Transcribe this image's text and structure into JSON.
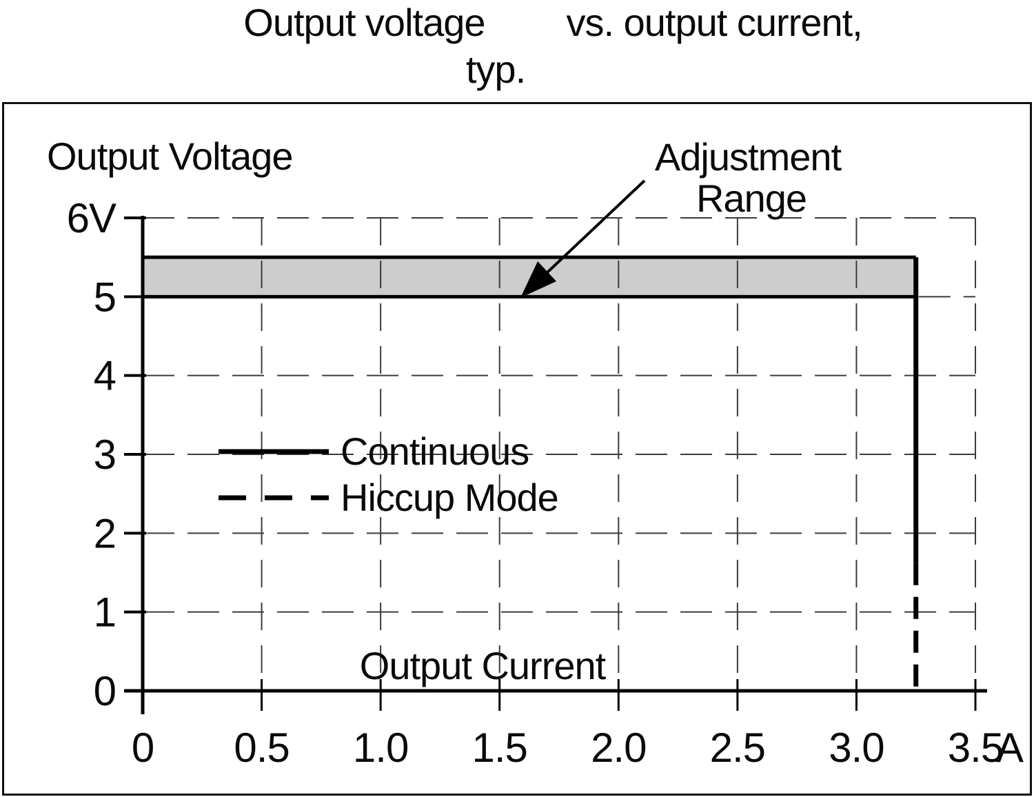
{
  "title": {
    "line1_part1": "Output voltage",
    "line1_part2": "vs. output current,",
    "line2": "typ."
  },
  "chart_data": {
    "type": "line",
    "title": "Output voltage vs. output current, typ.",
    "x_axis": {
      "label": "Output Current",
      "unit": "A",
      "min": 0,
      "max": 3.5,
      "ticks": [
        0,
        0.5,
        1.0,
        1.5,
        2.0,
        2.5,
        3.0,
        3.5
      ],
      "tick_labels": [
        "0",
        "0.5",
        "1.0",
        "1.5",
        "2.0",
        "2.5",
        "3.0",
        "3.5"
      ]
    },
    "y_axis": {
      "label": "Output Voltage",
      "unit": "V",
      "min": 0,
      "max": 6,
      "ticks": [
        0,
        1,
        2,
        3,
        4,
        5,
        6
      ],
      "tick_labels": [
        "0",
        "1",
        "2",
        "3",
        "4",
        "5",
        "6V"
      ]
    },
    "grid": {
      "show": true,
      "style": "dashed",
      "horizontal_lines_v": [
        1,
        2,
        3,
        4,
        5,
        6
      ],
      "vertical_lines_a": [
        0.5,
        1.0,
        1.5,
        2.0,
        2.5,
        3.0,
        3.5
      ]
    },
    "series": [
      {
        "name": "Continuous",
        "style": "solid",
        "points": [
          [
            0,
            5.0
          ],
          [
            3.25,
            5.0
          ],
          [
            3.25,
            1.62
          ]
        ]
      },
      {
        "name": "Hiccup Mode",
        "style": "dashed",
        "points": [
          [
            3.25,
            1.62
          ],
          [
            3.25,
            0
          ]
        ]
      }
    ],
    "adjustment_band": {
      "label_line1": "Adjustment",
      "label_line2": "Range",
      "v_min": 5.0,
      "v_max": 5.5,
      "i_min": 0,
      "i_max": 3.25
    },
    "colors": {
      "band_fill": "#cdcdcd",
      "line": "#000000",
      "grid": "#3a3a3a",
      "text": "#0a0a0a",
      "box_border": "#111111"
    }
  },
  "legend": {
    "items": [
      {
        "label": "Continuous",
        "style": "solid"
      },
      {
        "label": "Hiccup Mode",
        "style": "dashed"
      }
    ]
  }
}
